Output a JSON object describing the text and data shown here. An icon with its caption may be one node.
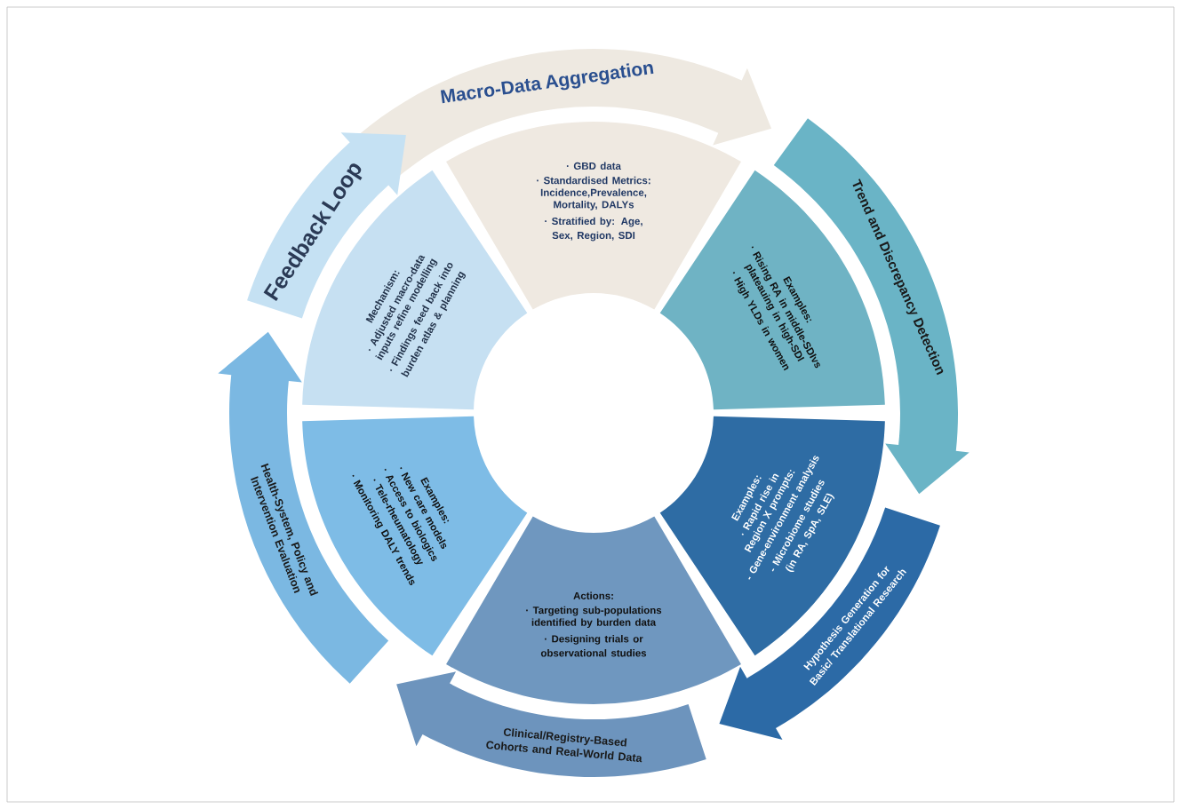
{
  "diagram": {
    "nodes": [
      {
        "text": [
          "Macro-Data Aggregation"
        ]
      },
      {
        "text": [
          "· GBD data",
          "· Standardised Metrics: Incidence,Prevalence, Mortality, DALYs",
          "· Stratified by: Age, Sex, Region, SDI"
        ]
      },
      {
        "text": [
          "Trend and Discrepancy Detection"
        ]
      },
      {
        "text": [
          "Examples:",
          "· Rising RA in middle-SDIvs plateauing in high-SDI",
          "· High YLDs in women"
        ]
      },
      {
        "text": [
          "Hypothesis Generation for Basic/ Translational Research"
        ]
      },
      {
        "text": [
          "Examples:",
          "· Rapid rise in Region X prompts:",
          "- Gene-environment analysis",
          "- Microbiome studies (in RA, SpA, SLE)"
        ]
      },
      {
        "text": [
          "Clinical/Registry-Based Cohorts and Real-World Data"
        ]
      },
      {
        "text": [
          "Actions:",
          "· Targeting sub-populations identified by burden data",
          "· Designing trials or observational studies"
        ]
      },
      {
        "text": [
          "Health-System, Policy and Intervention Evaluation"
        ]
      },
      {
        "text": [
          "Examples:",
          "· New care models",
          "· Access to biologics",
          "· Tele-rheumatology",
          "· Monitoring DALY trends"
        ]
      },
      {
        "text": [
          "Feedback Loop"
        ]
      },
      {
        "text": [
          "Mechanism:",
          "· Adjusted macro-data inputs refine modelling",
          "· Findings feed back into burden atlas & planning"
        ]
      }
    ]
  }
}
